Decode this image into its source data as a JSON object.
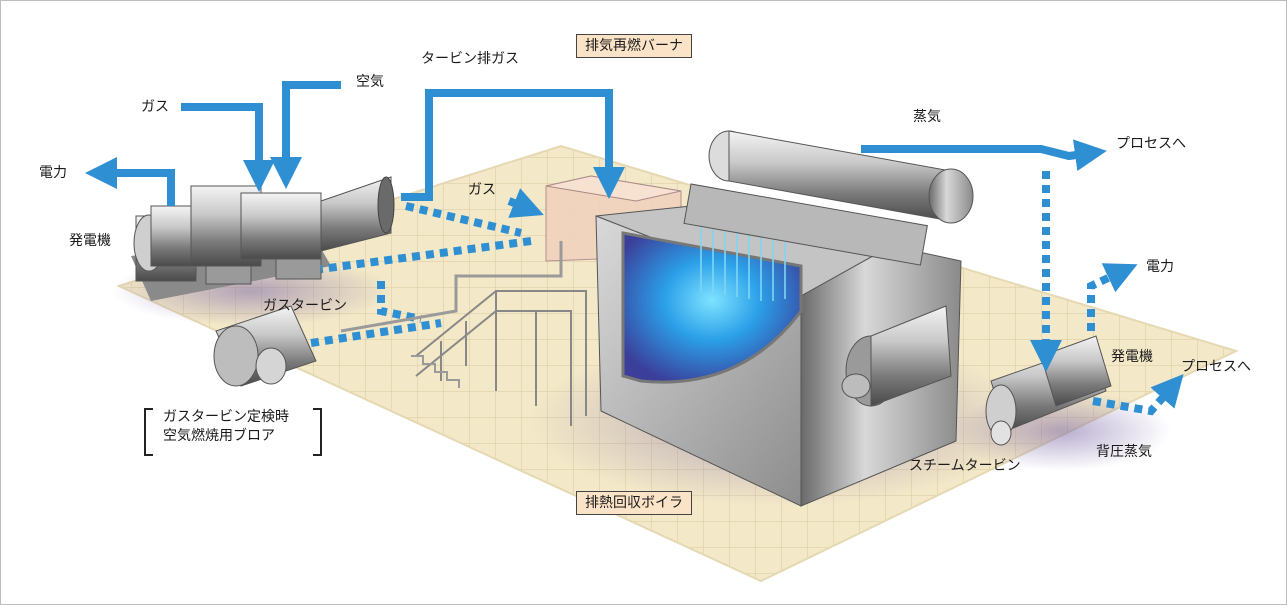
{
  "labels": {
    "electricity_left": "電力",
    "gas_top": "ガス",
    "air": "空気",
    "turbine_exhaust": "タービン排ガス",
    "exhaust_reburn_burner": "排気再燃バーナ",
    "steam": "蒸気",
    "to_process_top": "プロセスへ",
    "gas_mid": "ガス",
    "generator_left": "発電機",
    "gas_turbine": "ガスタービン",
    "electricity_right": "電力",
    "generator_right": "発電機",
    "to_process_right": "プロセスへ",
    "back_pressure_steam": "背圧蒸気",
    "steam_turbine": "スチームタービン",
    "hrsg": "排熱回収ボイラ",
    "blower_note_line1": "ガスタービン定検時",
    "blower_note_line2": "空気燃焼用ブロア"
  },
  "colors": {
    "flow_arrow": "#2f8fd3",
    "label_box": "#fbe3c8",
    "floor": "#f3e8c8"
  }
}
